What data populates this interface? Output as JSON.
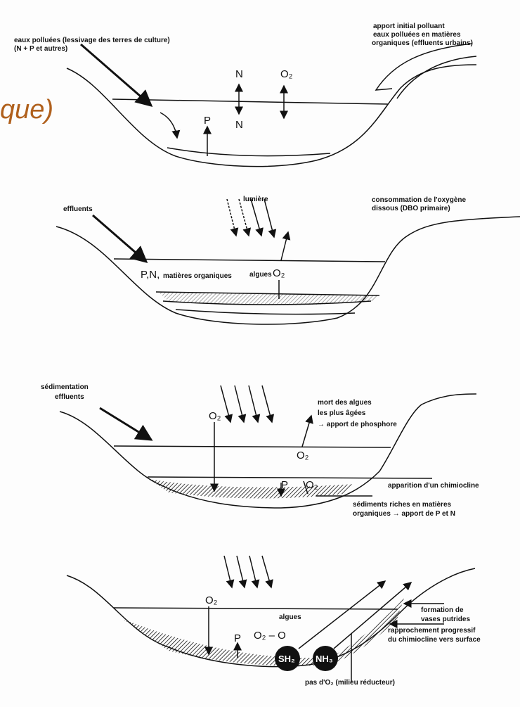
{
  "title_fragment": "que)",
  "colors": {
    "title": "#b0601c",
    "ink": "#111111"
  },
  "panel1": {
    "left_label_1": "eaux polluées (lessivage des terres de culture)",
    "left_label_2": "(N + P et autres)",
    "right_label_1": "apport initial polluant",
    "right_label_2": "eaux polluées en matières",
    "right_label_3": "organiques (effluents urbains)",
    "n_top": "N",
    "n_bottom": "N",
    "o2": "O₂",
    "p": "P"
  },
  "panel2": {
    "effluents": "effluents",
    "lumiere": "lumière",
    "right_label_1": "consommation de l'oxygène",
    "right_label_2": "dissous (DBO primaire)",
    "pn": "P,N,",
    "matieres": "matières organiques",
    "algues": "algues",
    "o2": "O₂"
  },
  "panel3": {
    "left_label_1": "sédimentation",
    "left_label_2": "effluents",
    "right_label_1": "mort des algues",
    "right_label_2": "les plus âgées",
    "right_label_3": "→ apport de phosphore",
    "o2_top": "O₂",
    "o2_surface": "O₂",
    "p": "P",
    "o2_bottom": "O₂",
    "chimiocline": "apparition d'un chimiocline",
    "sediments_1": "sédiments riches en matières",
    "sediments_2": "organiques → apport de P et N"
  },
  "panel4": {
    "o2": "O₂",
    "algues": "algues",
    "p": "P",
    "o2_o": "O₂ – O",
    "sh2": "SH₂",
    "nh3": "NH₃",
    "formation_1": "formation de",
    "formation_2": "vases putrides",
    "rapprochement_1": "rapprochement progressif",
    "rapprochement_2": "du chimiocline vers surface",
    "pas_o2": "pas d'O₂ (milieu réducteur)"
  }
}
